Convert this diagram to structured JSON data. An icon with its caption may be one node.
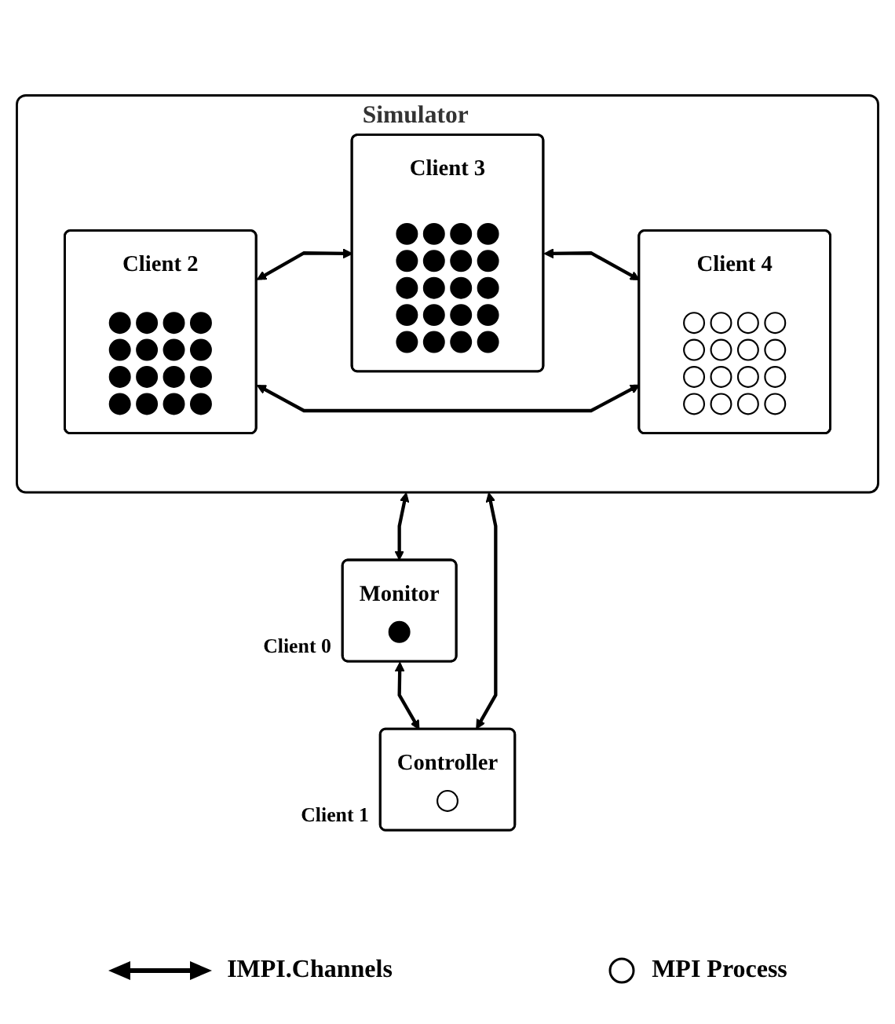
{
  "diagram": {
    "nodes": [
      {
        "text": [
          "Simulator"
        ]
      },
      {
        "text": [
          "Client 2"
        ],
        "in": 0
      },
      {
        "text": [
          "Client 3"
        ],
        "in": 0
      },
      {
        "text": [
          "Client 4"
        ],
        "in": 0
      },
      {
        "text": [
          "Monitor"
        ],
        "beside": [
          "Client 0"
        ]
      },
      {
        "text": [
          "Controller"
        ],
        "beside": [
          "Client 1"
        ]
      }
    ],
    "edges": [
      {
        "from": 1,
        "to": 2,
        "arrow": "both"
      },
      {
        "from": 2,
        "to": 3,
        "arrow": "both"
      },
      {
        "from": 1,
        "to": 3,
        "arrow": "both"
      },
      {
        "from": 0,
        "to": 4,
        "arrow": "both"
      },
      {
        "from": 0,
        "to": 5,
        "arrow": "both"
      },
      {
        "from": 4,
        "to": 5,
        "arrow": "both"
      }
    ],
    "legend": [
      {
        "text": "IMPI.Channels"
      },
      {
        "text": "MPI Process"
      }
    ]
  }
}
